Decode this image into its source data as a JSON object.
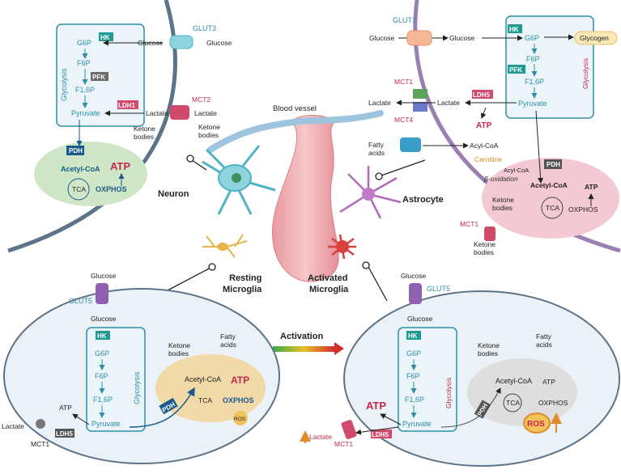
{
  "titles": {
    "neuron": "Neuron",
    "astrocyte": "Astrocyte",
    "blood_vessel": "Blood vessel",
    "resting_microglia": [
      "Resting",
      "Microglia"
    ],
    "activated_microglia": [
      "Activated",
      "Microglia"
    ],
    "activation": "Activation"
  },
  "glycolysis_steps": {
    "g6p": "G6P",
    "f6p": "F6P",
    "f16p": "F1,6P",
    "pyruvate": "Pyruvate",
    "glycolysis": "Glycolysis"
  },
  "enzymes": {
    "hk": "HK",
    "pfk": "PFK",
    "pdh": "PDH",
    "ldh1": "LDH1",
    "ldh5": "LDH5"
  },
  "transporters": {
    "glut1": "GLUT1",
    "glut3": "GLUT3",
    "glut5": "GLUT5",
    "mct1": "MCT1",
    "mct2": "MCT2",
    "mct4": "MCT4"
  },
  "metabolites": {
    "glucose": "Glucose",
    "lactate": "Lactate",
    "ketone": "Ketone",
    "bodies": "bodies",
    "fatty": "Fatty",
    "acids": "acids",
    "acyl_coa": "Acyl-CoA",
    "acetyl_coa": "Acetyl-CoA",
    "carnitine": "Carnitine",
    "beta_oxidation": "β-oxidation",
    "glycogen": "Glycogen",
    "atp": "ATP",
    "tca": "TCA",
    "oxphos": "OXPHOS",
    "ros": "ROS"
  },
  "colors": {
    "cell_membrane_neuron": "#5d7387",
    "cell_membrane_astro": "#9a7fb3",
    "glycolysis_box": "#2f8fa8",
    "teal_enzyme": "#1f9b91",
    "ldh_pink": "#d04a6c",
    "mito_green": "#cfe7c6",
    "mito_pink": "#f3c9d3",
    "mito_tan": "#f1d9a8",
    "mito_grey": "#dedede",
    "atp_red": "#c8274c"
  }
}
